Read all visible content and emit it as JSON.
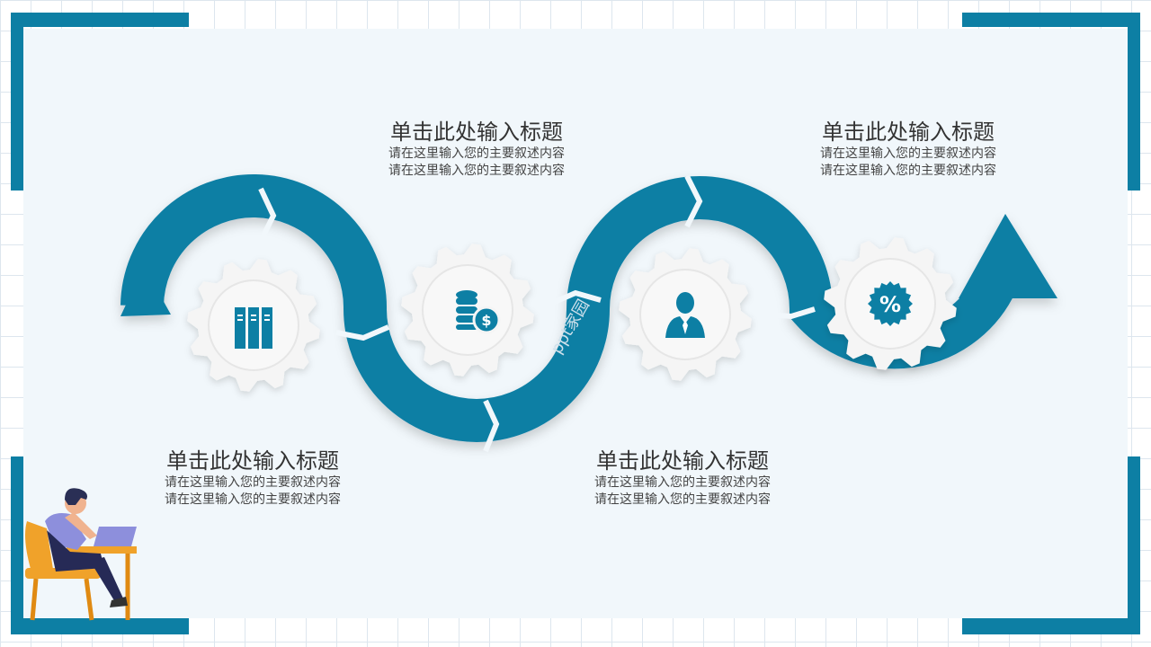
{
  "colors": {
    "accent": "#0d7fa4",
    "panel": "#f1f7fb",
    "gear": "#f5f5f5",
    "text": "#333333"
  },
  "steps": [
    {
      "title": "单击此处输入标题",
      "lines": [
        "请在这里输入您的主要叙述内容",
        "请在这里输入您的主要叙述内容"
      ],
      "icon": "server-icon"
    },
    {
      "title": "单击此处输入标题",
      "lines": [
        "请在这里输入您的主要叙述内容",
        "请在这里输入您的主要叙述内容"
      ],
      "icon": "coins-dollar-icon"
    },
    {
      "title": "单击此处输入标题",
      "lines": [
        "请在这里输入您的主要叙述内容",
        "请在这里输入您的主要叙述内容"
      ],
      "icon": "businessman-icon"
    },
    {
      "title": "单击此处输入标题",
      "lines": [
        "请在这里输入您的主要叙述内容",
        "请在这里输入您的主要叙述内容"
      ],
      "icon": "percent-badge-icon"
    }
  ],
  "badge_text": "%",
  "coin_symbol": "$",
  "watermark": "ppt家园"
}
